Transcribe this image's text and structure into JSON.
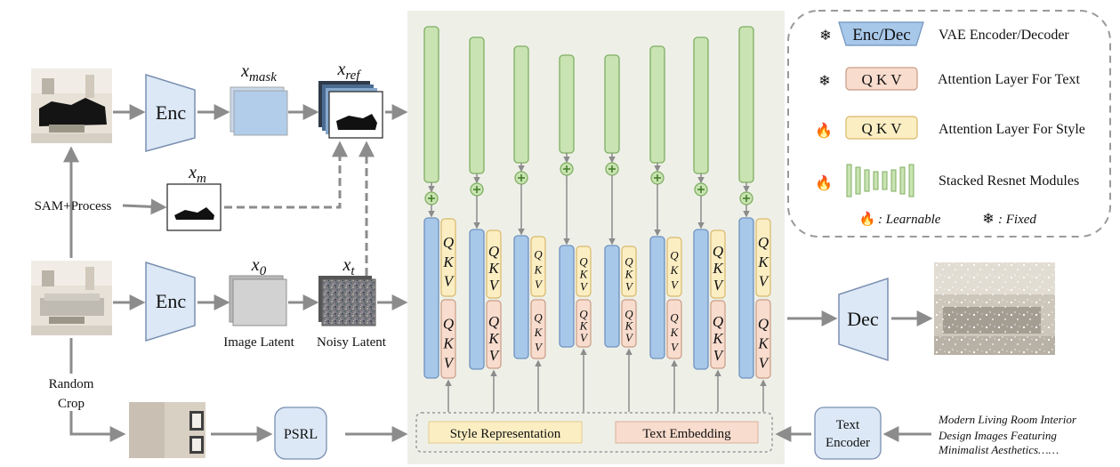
{
  "colors": {
    "enc_fill": "#dce8f6",
    "enc_stroke": "#7a8fb0",
    "unet_bg": "#eef0e8",
    "green_fill": "#c9e3b2",
    "green_stroke": "#7fae62",
    "blue_fill": "#a8c8ea",
    "blue_stroke": "#6f92bd",
    "q_style_fill": "#fbeec3",
    "q_style_stroke": "#d9b86a",
    "q_text_fill": "#f8dccd",
    "q_text_stroke": "#c99b86",
    "arrow": "#8c8c8c"
  },
  "icons": {
    "frozen": "snowflake-icon",
    "learnable": "fire-icon"
  },
  "labels": {
    "enc_top": "Enc",
    "enc_bottom": "Enc",
    "dec": "Dec",
    "x_mask": "x_mask",
    "x_ref": "x_ref",
    "x_m": "x_m",
    "x_0": "x_0",
    "x_t": "x_t",
    "sam_process": "SAM+Process",
    "random_crop_1": "Random",
    "random_crop_2": "Crop",
    "image_latent": "Image Latent",
    "noisy_latent": "Noisy Latent",
    "psrl": "PSRL",
    "text_encoder_1": "Text",
    "text_encoder_2": "Encoder",
    "style_representation": "Style Representation",
    "text_embedding": "Text Embedding",
    "prompt_line1": "Modern Living Room Interior",
    "prompt_line2": "Design Images Featuring",
    "prompt_line3": "Minimalist Aesthetics……",
    "qkv": "Q K V",
    "q": "Q",
    "k": "K",
    "v": "V"
  },
  "legend": {
    "enc_dec_label": "Enc/Dec",
    "vae": "VAE Encoder/Decoder",
    "attn_text": "Attention Layer For Text",
    "attn_style": "Attention Layer For Style",
    "resnet": "Stacked Resnet Modules",
    "learnable": ": Learnable",
    "fixed": ": Fixed"
  }
}
